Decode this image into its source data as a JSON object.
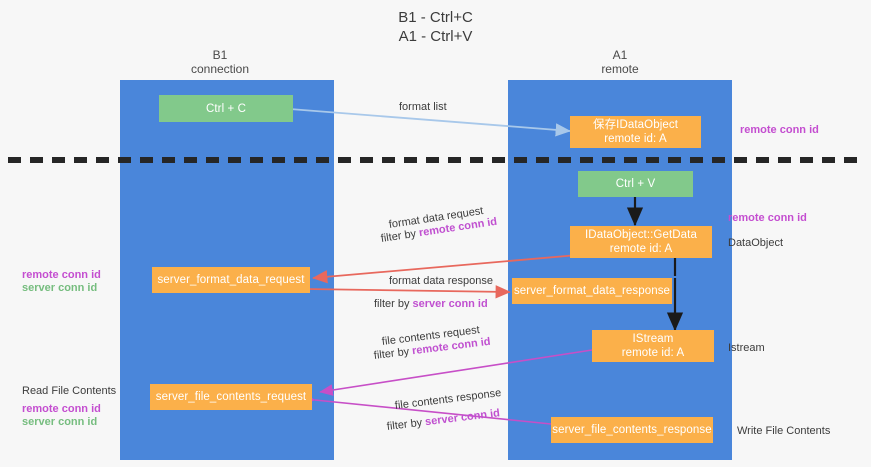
{
  "title": "B1 - Ctrl+C\nA1 - Ctrl+V",
  "columns": [
    {
      "name": "b1",
      "label": "B1\nconnection"
    },
    {
      "name": "a1",
      "label": "A1\nremote"
    }
  ],
  "nodes": {
    "ctrl_c": {
      "line1": "Ctrl + C",
      "line2": ""
    },
    "save_idataobject": {
      "line1": "保存IDataObject",
      "line2": "remote id: A"
    },
    "ctrl_v": {
      "line1": "Ctrl + V",
      "line2": ""
    },
    "getdata": {
      "line1": "IDataObject::GetData",
      "line2": "remote id: A"
    },
    "server_fmt_req": {
      "line1": "server_format_data_request",
      "line2": ""
    },
    "server_fmt_resp": {
      "line1": "server_format_data_response",
      "line2": ""
    },
    "istream": {
      "line1": "IStream",
      "line2": "remote id: A"
    },
    "server_file_req": {
      "line1": "server_file_contents_request",
      "line2": ""
    },
    "server_file_resp": {
      "line1": "server_file_contents_response",
      "line2": ""
    }
  },
  "edge_labels": {
    "format_list": "format list",
    "format_data_request": "format data request",
    "format_data_req_filter_pre": "filter by ",
    "format_data_req_filter_key": "remote conn id",
    "format_data_response": "format data response",
    "format_data_resp_filter_pre": "filter by ",
    "format_data_resp_filter_key": "server conn id",
    "file_contents_request": "file contents request",
    "file_req_filter_pre": "filter by ",
    "file_req_filter_key": "remote conn id",
    "file_contents_response": "file contents response",
    "file_resp_filter_pre": "filter by ",
    "file_resp_filter_key": "server conn id"
  },
  "annotations": {
    "right_remote_conn_top": "remote conn id",
    "right_remote_conn_mid": "remote conn id",
    "right_dataobject": "DataObject",
    "right_istream": "Istream",
    "right_write_file": "Write File Contents",
    "left_remote_conn_1": "remote conn id",
    "left_server_conn_1": "server conn id",
    "left_read_file": "Read File Contents",
    "left_remote_conn_2": "remote conn id",
    "left_server_conn_2": "server conn id"
  },
  "colors": {
    "lane": "#4a86da",
    "green_node": "#82c98b",
    "orange_node": "#fbb04a",
    "remote_key": "#c44ed0",
    "server_key": "#76bd7f",
    "divider": "#262626",
    "arrow_blue": "#a8c8ea",
    "arrow_black": "#1a1a1a",
    "arrow_red": "#e8685d",
    "arrow_magenta": "#c74fc7"
  }
}
